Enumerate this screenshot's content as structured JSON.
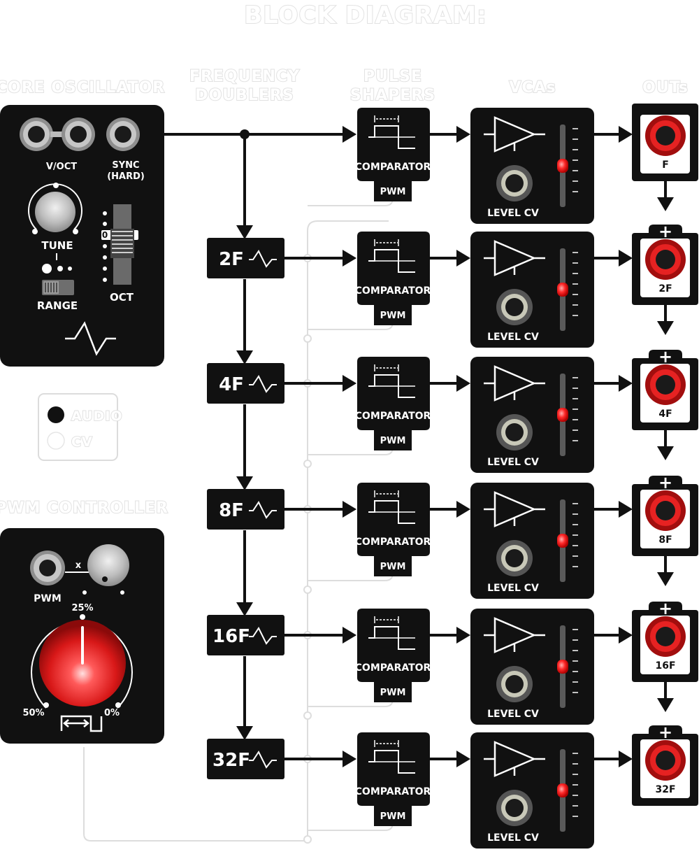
{
  "title": "BLOCK DIAGRAM:",
  "headers": {
    "core": "CORE OSCILLATOR",
    "doublers_1": "FREQUENCY",
    "doublers_2": "DOUBLERS",
    "shapers_1": "PULSE",
    "shapers_2": "SHAPERS",
    "vcas": "VCAs",
    "outs": "OUTs",
    "pwm_controller": "PWM CONTROLLER"
  },
  "core": {
    "voct": "V/OCT",
    "sync_1": "SYNC",
    "sync_2": "(HARD)",
    "tune": "TUNE",
    "range": "RANGE",
    "oct": "OCT",
    "oct_zero": "0"
  },
  "legend": {
    "audio": "AUDIO",
    "cv": "CV"
  },
  "pwm": {
    "pwm": "PWM",
    "x": "x",
    "pct25": "25%",
    "pct50": "50%",
    "pct0": "0%"
  },
  "doublers": [
    "2F",
    "4F",
    "8F",
    "16F",
    "32F"
  ],
  "shaper": {
    "comparator": "COMPARATOR",
    "pwm": "PWM"
  },
  "vca": {
    "level_cv": "LEVEL CV"
  },
  "outs": [
    "F",
    "2F",
    "4F",
    "8F",
    "16F",
    "32F"
  ],
  "plus": "+",
  "colors": {
    "block": "#111111",
    "jack_red": "#d01818",
    "knob_red": "#e02020",
    "led": "#ff2020",
    "cv_line": "#dddddd"
  }
}
